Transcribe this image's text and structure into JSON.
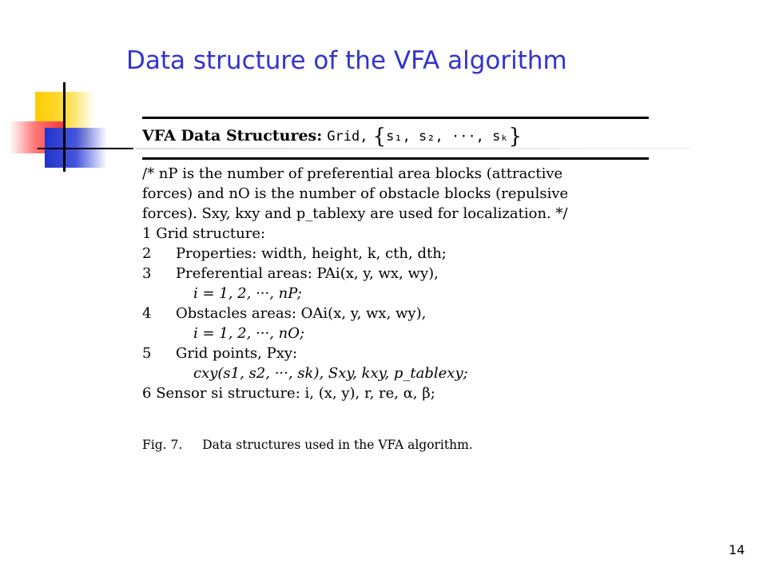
{
  "slide": {
    "title": "Data structure of the VFA algorithm",
    "page_number": "14"
  },
  "figure": {
    "heading_bold": "VFA Data Structures:",
    "heading_grid": "Grid,",
    "heading_set": "s₁, s₂, ···, sₖ",
    "comment_lines": [
      "/* nP is the number of preferential area blocks (attractive",
      "forces) and nO is the number of obstacle blocks (repulsive",
      "forces). Sxy, kxy and p_tablexy are used for localization. */"
    ],
    "steps": [
      {
        "num": "1",
        "text": "Grid structure:"
      },
      {
        "num": "2",
        "text": "Properties: width, height, k, cth, dth;"
      },
      {
        "num": "3",
        "text": "Preferential areas: PAi(x, y, wx, wy),"
      },
      {
        "num": "",
        "text": "i = 1, 2, ···, nP;"
      },
      {
        "num": "4",
        "text": "Obstacles areas: OAi(x, y, wx, wy),"
      },
      {
        "num": "",
        "text": "i = 1, 2, ···, nO;"
      },
      {
        "num": "5",
        "text": "Grid points, Pxy:"
      },
      {
        "num": "",
        "text": "cxy(s1, s2, ···, sk), Sxy, kxy, p_tablexy;"
      },
      {
        "num": "6",
        "text": "Sensor si structure: i, (x, y), r, re, α, β;"
      }
    ],
    "caption_label": "Fig. 7.",
    "caption_text": "Data structures used in the VFA algorithm."
  }
}
